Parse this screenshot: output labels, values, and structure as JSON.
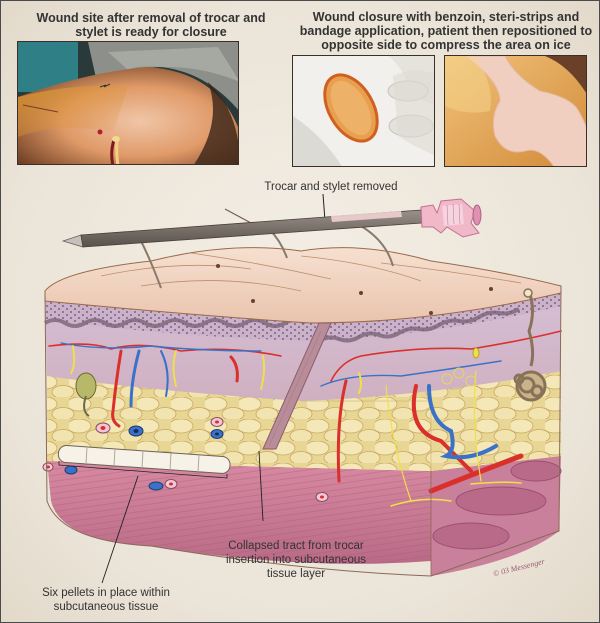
{
  "figure": {
    "type": "medical illustration",
    "subject": "Subcutaneous pellet insertion wound closure"
  },
  "captions": {
    "photo1": {
      "line1": "Wound site after removal of trocar and",
      "line2": "stylet is ready for closure"
    },
    "photo23": {
      "line1": "Wound closure with benzoin, steri-strips and",
      "line2": "bandage application, patient then repositioned to",
      "line3": "opposite side to compress the area on ice"
    },
    "trocar": "Trocar and stylet removed",
    "tract": {
      "line1": "Collapsed tract from trocar",
      "line2": "insertion into subcutaneous",
      "line3": "tissue layer"
    },
    "pellets": {
      "line1": "Six pellets in place within",
      "line2": "subcutaneous tissue"
    },
    "signature": "© 03 Messenger"
  },
  "photos": [
    {
      "id": "wound-site",
      "description": "Skin with small puncture wound and cotton swab"
    },
    {
      "id": "benzoin-application",
      "description": "Gloved hand applying adhesive strip"
    },
    {
      "id": "bandage-applied",
      "description": "Bandage on skin"
    }
  ],
  "colors": {
    "background": "#ede6da",
    "skin": "#f1d5c2",
    "fat": "#f0e2a8",
    "muscle": "#c77b95",
    "dermis": "#cdb0c8",
    "artery": "#d9302c",
    "vein": "#2f6fc7",
    "nerve": "#efe04a",
    "trocar": "#7a6e6a"
  }
}
